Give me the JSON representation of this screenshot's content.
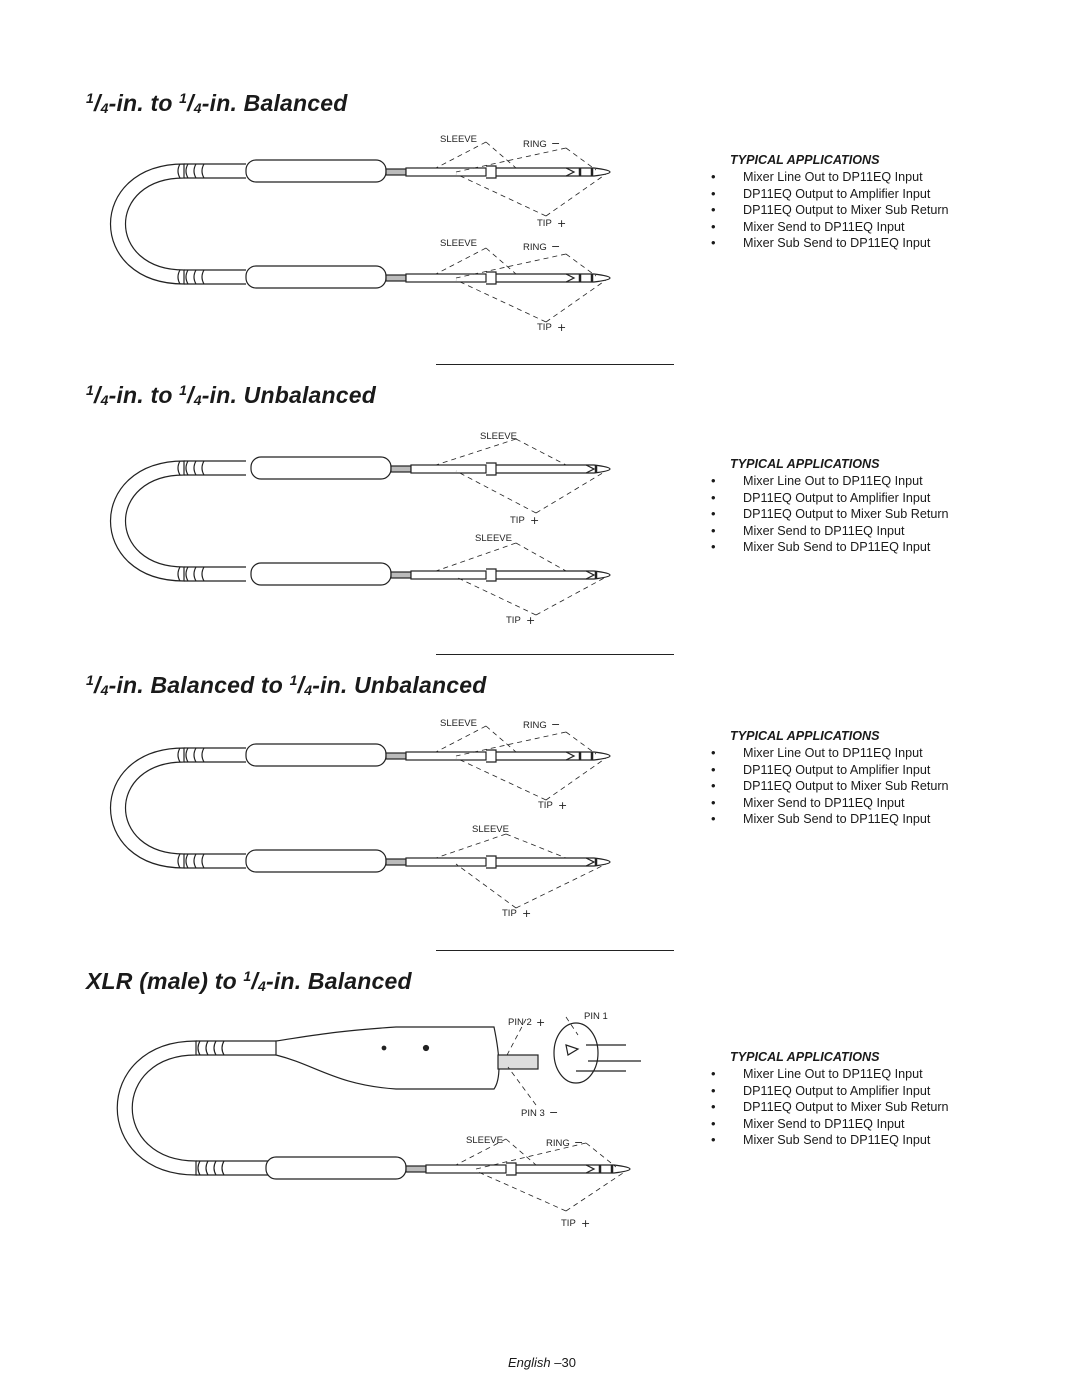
{
  "sections": [
    {
      "title": {
        "num_a": "1",
        "den_a": "4",
        "mid": "-in. to ",
        "num_b": "1",
        "den_b": "4",
        "end": "-in. Balanced"
      },
      "heading": "TYPICAL APPLICATIONS",
      "items": [
        "Mixer Line Out to DP11EQ Input",
        "DP11EQ Output to Amplifier Input",
        "DP11EQ Output to Mixer Sub Return",
        "Mixer Send to DP11EQ Input",
        "Mixer Sub Send to DP11EQ Input"
      ],
      "labels": {
        "sleeve_1": "SLEEVE",
        "ring_1": "RING",
        "tip_1": "TIP",
        "sleeve_2": "SLEEVE",
        "ring_2": "RING",
        "tip_2": "TIP"
      }
    },
    {
      "title": {
        "num_a": "1",
        "den_a": "4",
        "mid": "-in. to ",
        "num_b": "1",
        "den_b": "4",
        "end": "-in. Unbalanced"
      },
      "heading": "TYPICAL APPLICATIONS",
      "items": [
        "Mixer Line Out to DP11EQ Input",
        "DP11EQ Output to Amplifier Input",
        "DP11EQ Output to Mixer Sub Return",
        "Mixer Send to DP11EQ Input",
        "Mixer Sub Send to DP11EQ Input"
      ],
      "labels": {
        "sleeve_1": "SLEEVE",
        "tip_1": "TIP",
        "sleeve_2": "SLEEVE",
        "tip_2": "TIP"
      }
    },
    {
      "title": {
        "num_a": "1",
        "den_a": "4",
        "mid": "-in. Balanced to ",
        "num_b": "1",
        "den_b": "4",
        "end": "-in. Unbalanced"
      },
      "heading": "TYPICAL APPLICATIONS",
      "items": [
        "Mixer Line Out to DP11EQ Input",
        "DP11EQ Output to Amplifier Input",
        "DP11EQ Output to Mixer Sub Return",
        "Mixer Send to DP11EQ Input",
        "Mixer Sub Send to DP11EQ Input"
      ],
      "labels": {
        "sleeve_1": "SLEEVE",
        "ring_1": "RING",
        "tip_1": "TIP",
        "sleeve_2": "SLEEVE",
        "tip_2": "TIP"
      }
    },
    {
      "title": {
        "pre": "XLR (male) to ",
        "num_b": "1",
        "den_b": "4",
        "end": "-in. Balanced"
      },
      "heading": "TYPICAL APPLICATIONS",
      "items": [
        "Mixer Line Out to DP11EQ Input",
        "DP11EQ Output to Amplifier Input",
        "DP11EQ Output to Mixer Sub Return",
        "Mixer Send to DP11EQ Input",
        "Mixer Sub Send to DP11EQ Input"
      ],
      "labels": {
        "pin2": "PIN 2",
        "pin1": "PIN 1",
        "pin3": "PIN 3",
        "sleeve_2": "SLEEVE",
        "ring_2": "RING",
        "tip_2": "TIP"
      }
    }
  ],
  "symbols": {
    "plus": "+",
    "minus": "−"
  },
  "footer": {
    "word": "English",
    "page": "–30"
  }
}
